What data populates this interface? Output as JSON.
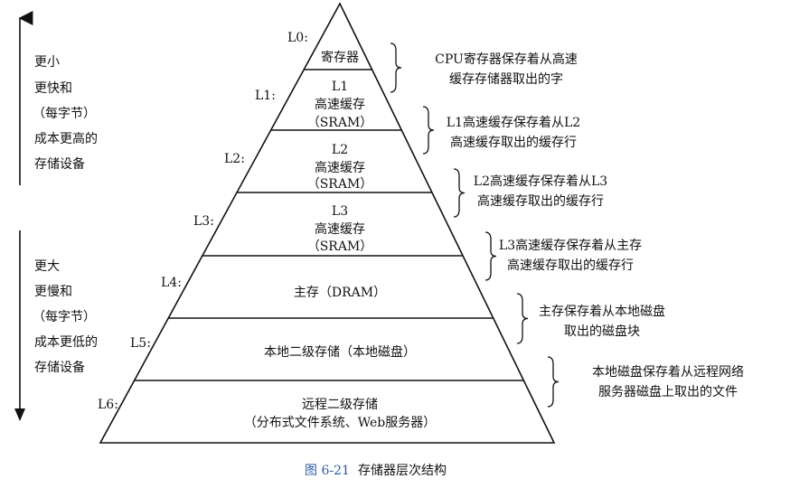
{
  "side_top": [
    "更小",
    "更快和",
    "（每字节）",
    "成本更高的",
    "存储设备"
  ],
  "side_bottom": [
    "更大",
    "更慢和",
    "（每字节）",
    "成本更低的",
    "存储设备"
  ],
  "levels": [
    {
      "label": "L0:",
      "lines": [
        "寄存器"
      ],
      "note": [
        "CPU寄存器保存着从高速",
        "缓存存储器取出的字"
      ]
    },
    {
      "label": "L1:",
      "lines": [
        "L1",
        "高速缓存",
        "（SRAM）"
      ],
      "note": [
        "L1高速缓存保存着从L2",
        "高速缓存取出的缓存行"
      ]
    },
    {
      "label": "L2:",
      "lines": [
        "L2",
        "高速缓存",
        "（SRAM）"
      ],
      "note": [
        "L2高速缓存保存着从L3",
        "高速缓存取出的缓存行"
      ]
    },
    {
      "label": "L3:",
      "lines": [
        "L3",
        "高速缓存",
        "（SRAM）"
      ],
      "note": [
        "L3高速缓存保存着从主存",
        "高速缓存取出的缓存行"
      ]
    },
    {
      "label": "L4:",
      "lines": [
        "主存（DRAM）"
      ],
      "note": [
        "主存保存着从本地磁盘",
        "取出的磁盘块"
      ]
    },
    {
      "label": "L5:",
      "lines": [
        "本地二级存储（本地磁盘）"
      ],
      "note": [
        "本地磁盘保存着从远程网络",
        "服务器磁盘上取出的文件"
      ]
    },
    {
      "label": "L6:",
      "lines": [
        "远程二级存储",
        "（分布式文件系统、Web服务器）"
      ],
      "note": []
    }
  ],
  "caption": {
    "figure": "图 6-21",
    "title": "存储器层次结构"
  }
}
